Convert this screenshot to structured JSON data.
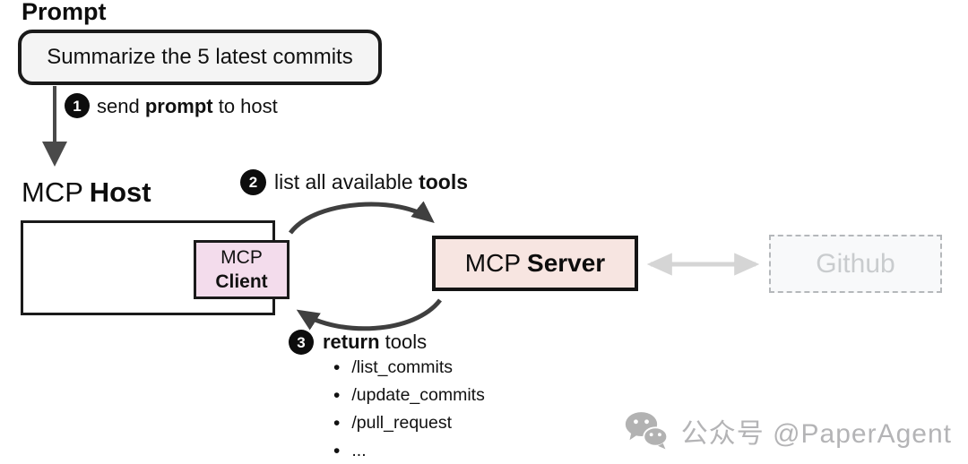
{
  "prompt": {
    "heading": "Prompt",
    "bubble": "Summarize the 5 latest commits"
  },
  "steps": {
    "one": {
      "num": "1",
      "pre": "send ",
      "bold": "prompt",
      "post": " to host"
    },
    "two": {
      "num": "2",
      "pre": "list all available ",
      "bold": "tools",
      "post": ""
    },
    "three": {
      "num": "3",
      "pre": "",
      "bold": "return",
      "post": " tools"
    }
  },
  "host": {
    "name_regular": "MCP",
    "name_bold": "Host"
  },
  "client": {
    "line1": "MCP",
    "line2": "Client"
  },
  "server": {
    "name_regular": "MCP",
    "name_bold": "Server"
  },
  "tools": [
    "/list_commits",
    "/update_commits",
    "/pull_request",
    "..."
  ],
  "github": {
    "label": "Github"
  },
  "watermark": {
    "text": "公众号 @PaperAgent",
    "icon": "wechat-icon"
  },
  "colors": {
    "client_fill": "#f3dcec",
    "server_fill": "#f7e5e1",
    "prompt_fill": "#f4f4f4",
    "arrow_dark": "#3f3f3f",
    "arrow_gray": "#d5d5d5",
    "github_text": "#c9ccce",
    "watermark_gray": "#b4b4b6"
  }
}
